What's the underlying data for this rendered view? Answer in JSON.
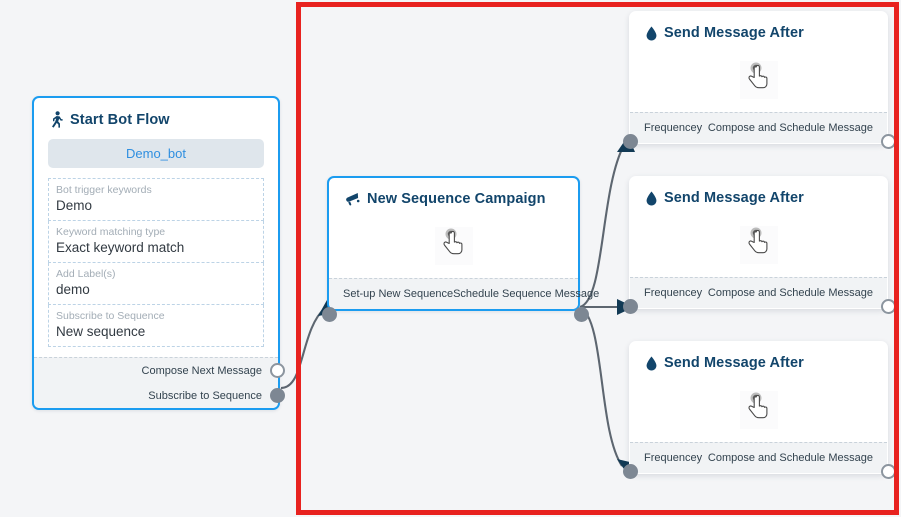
{
  "canvas": {
    "background_color": "#f4f5f7",
    "selection_rect_color": "#e8221f"
  },
  "nodes": [
    {
      "id": "start-bot-flow",
      "title": "Start Bot Flow",
      "icon": "running-person-icon",
      "accent_color": "#1b9cf0",
      "bot_pill_label": "Demo_bot",
      "fields": [
        {
          "label": "Bot trigger keywords",
          "value": "Demo"
        },
        {
          "label": "Keyword matching type",
          "value": "Exact keyword match"
        },
        {
          "label": "Add Label(s)",
          "value": "demo"
        },
        {
          "label": "Subscribe to Sequence",
          "value": "New sequence"
        }
      ],
      "ports": [
        {
          "label": "Compose Next Message",
          "state": "hollow"
        },
        {
          "label": "Subscribe to Sequence",
          "state": "filled"
        }
      ]
    },
    {
      "id": "new-sequence-campaign",
      "title": "New Sequence Campaign",
      "icon": "megaphone-icon",
      "accent_color": "#1b9cf0",
      "body_icon": "hand-pointer-cursor",
      "ports": [
        {
          "label": "Set-up New Sequence",
          "state": "filled"
        },
        {
          "label": "Schedule Sequence Message",
          "state": "filled"
        }
      ]
    },
    {
      "id": "send-message-after-1",
      "title": "Send Message After",
      "icon": "water-drop-icon",
      "body_icon": "hand-pointer-cursor",
      "ports": [
        {
          "label": "Frequencey",
          "state": "filled"
        },
        {
          "label": "Compose and Schedule Message",
          "state": "hollow"
        }
      ]
    },
    {
      "id": "send-message-after-2",
      "title": "Send Message After",
      "icon": "water-drop-icon",
      "body_icon": "hand-pointer-cursor",
      "ports": [
        {
          "label": "Frequencey",
          "state": "filled"
        },
        {
          "label": "Compose and Schedule Message",
          "state": "hollow"
        }
      ]
    },
    {
      "id": "send-message-after-3",
      "title": "Send Message After",
      "icon": "water-drop-icon",
      "body_icon": "hand-pointer-cursor",
      "ports": [
        {
          "label": "Frequencey",
          "state": "filled"
        },
        {
          "label": "Compose and Schedule Message",
          "state": "hollow"
        }
      ]
    }
  ]
}
